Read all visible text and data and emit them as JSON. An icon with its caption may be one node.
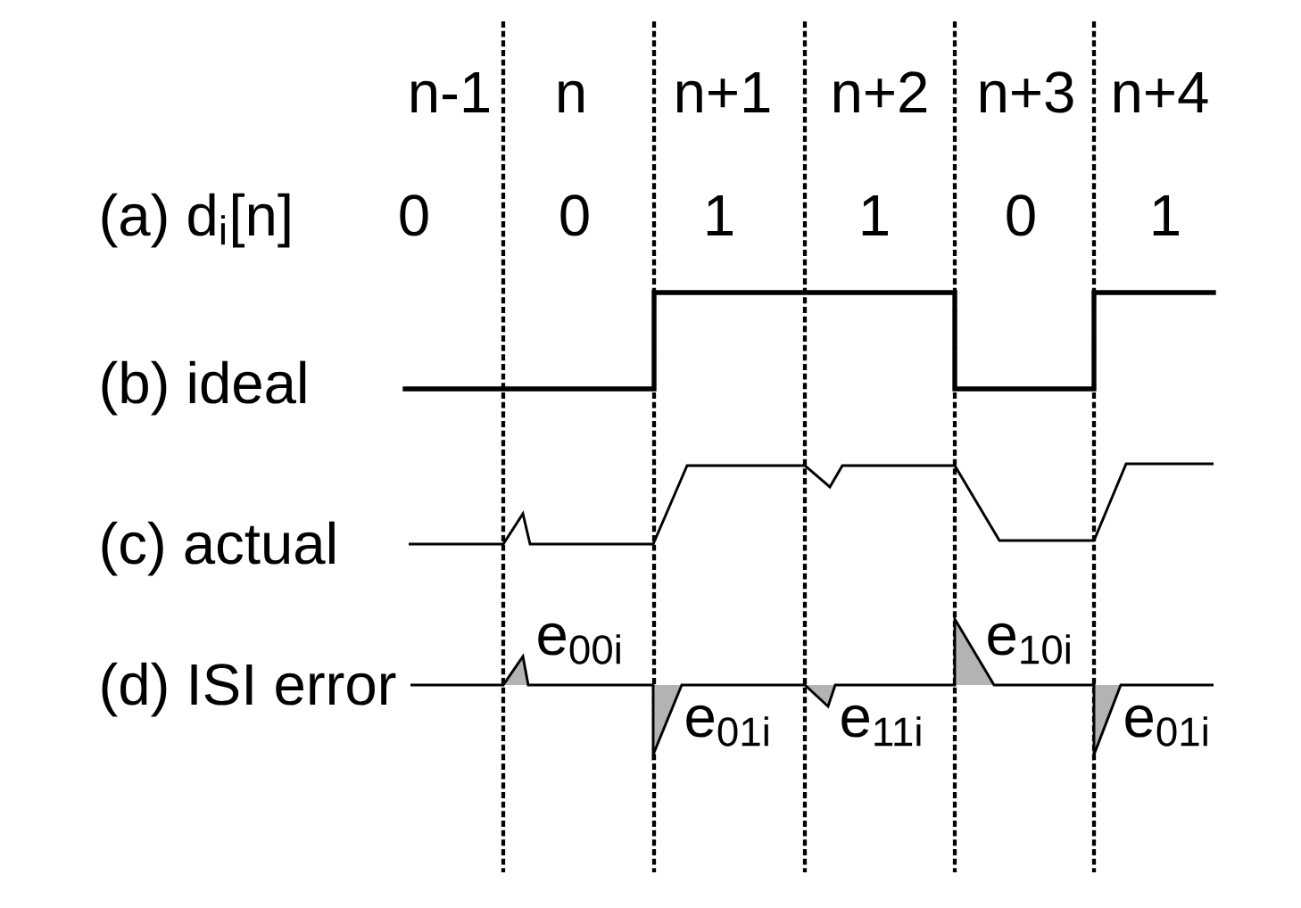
{
  "diagram": {
    "labels": [
      "n-1",
      "n",
      "n+1",
      "n+2",
      "n+3",
      "n+4",
      "(a) d$_{i}$[n]",
      "0",
      "0",
      "1",
      "1",
      "0",
      "1",
      "(b) ideal",
      "(c) actual",
      "(d) ISI error",
      "e$_{00i}$",
      "e$_{10i}$",
      "e$_{01i}$",
      "e$_{11i}$",
      "e$_{01i}$"
    ]
  }
}
